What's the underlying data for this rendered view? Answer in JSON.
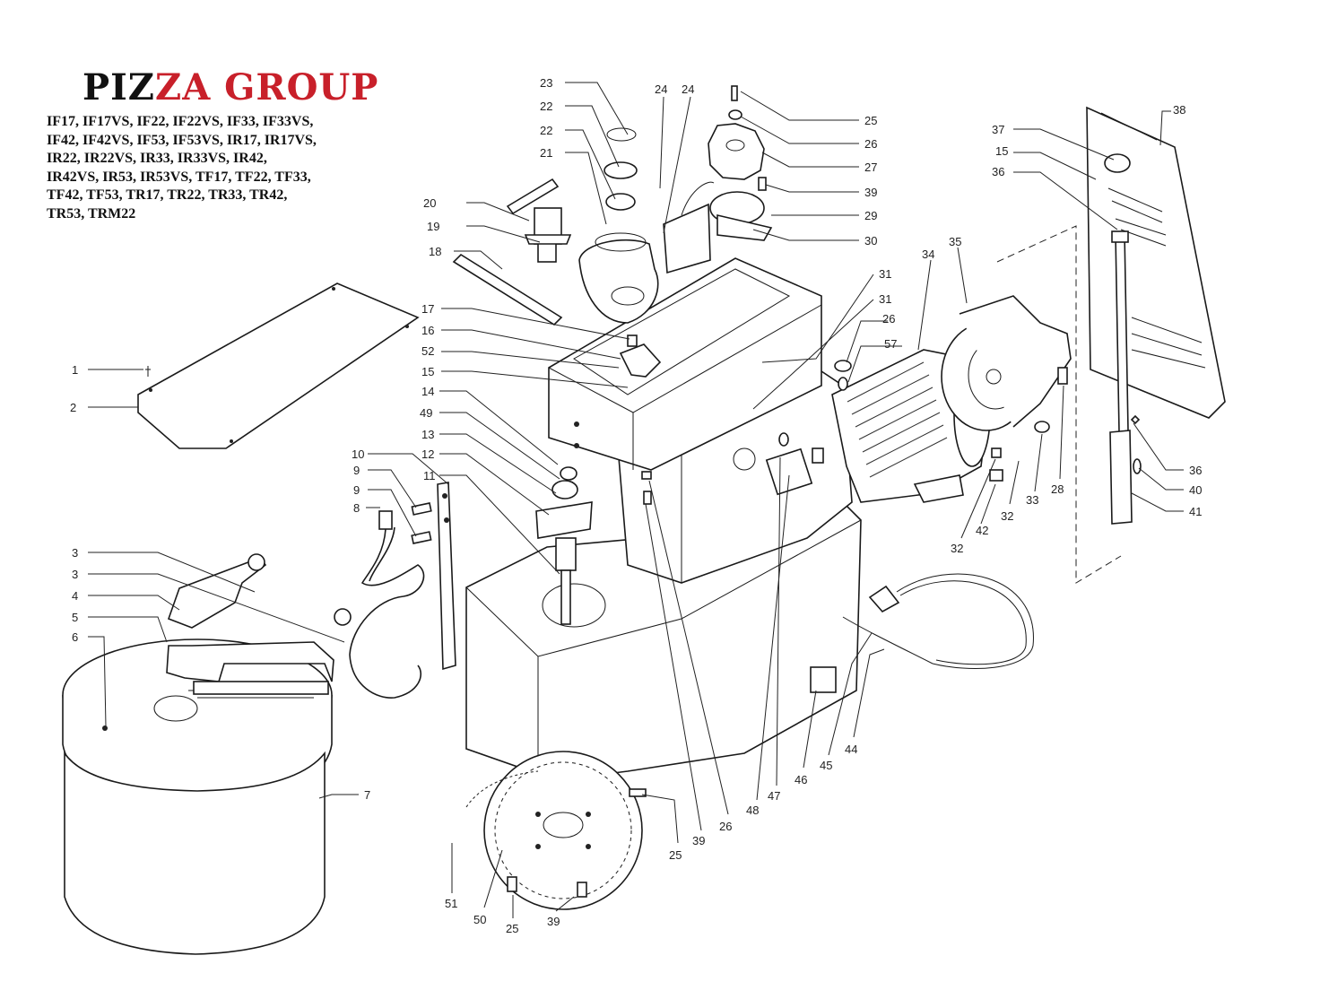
{
  "brand": {
    "part1": "PIZ",
    "part2": "ZA GROUP"
  },
  "models": [
    "IF17, IF17VS, IF22, IF22VS, IF33, IF33VS,",
    "IF42, IF42VS, IF53, IF53VS, IR17, IR17VS,",
    "IR22, IR22VS, IR33, IR33VS, IR42,",
    "IR42VS, IR53, IR53VS, TF17, TF22, TF33,",
    "TF42, TF53, TR17, TR22, TR33, TR42,",
    "TR53, TRM22"
  ],
  "callouts": [
    "23",
    "22",
    "22",
    "21",
    "24",
    "24",
    "25",
    "26",
    "27",
    "39",
    "29",
    "30",
    "20",
    "19",
    "18",
    "31",
    "31",
    "34",
    "35",
    "26",
    "57",
    "37",
    "15",
    "36",
    "38",
    "17",
    "16",
    "52",
    "15",
    "14",
    "49",
    "13",
    "12",
    "11",
    "10",
    "9",
    "9",
    "8",
    "1",
    "2",
    "3",
    "3",
    "4",
    "5",
    "6",
    "7",
    "36",
    "40",
    "41",
    "28",
    "33",
    "32",
    "32",
    "42",
    "44",
    "45",
    "46",
    "47",
    "48",
    "26",
    "39",
    "25",
    "51",
    "50",
    "25",
    "39"
  ]
}
